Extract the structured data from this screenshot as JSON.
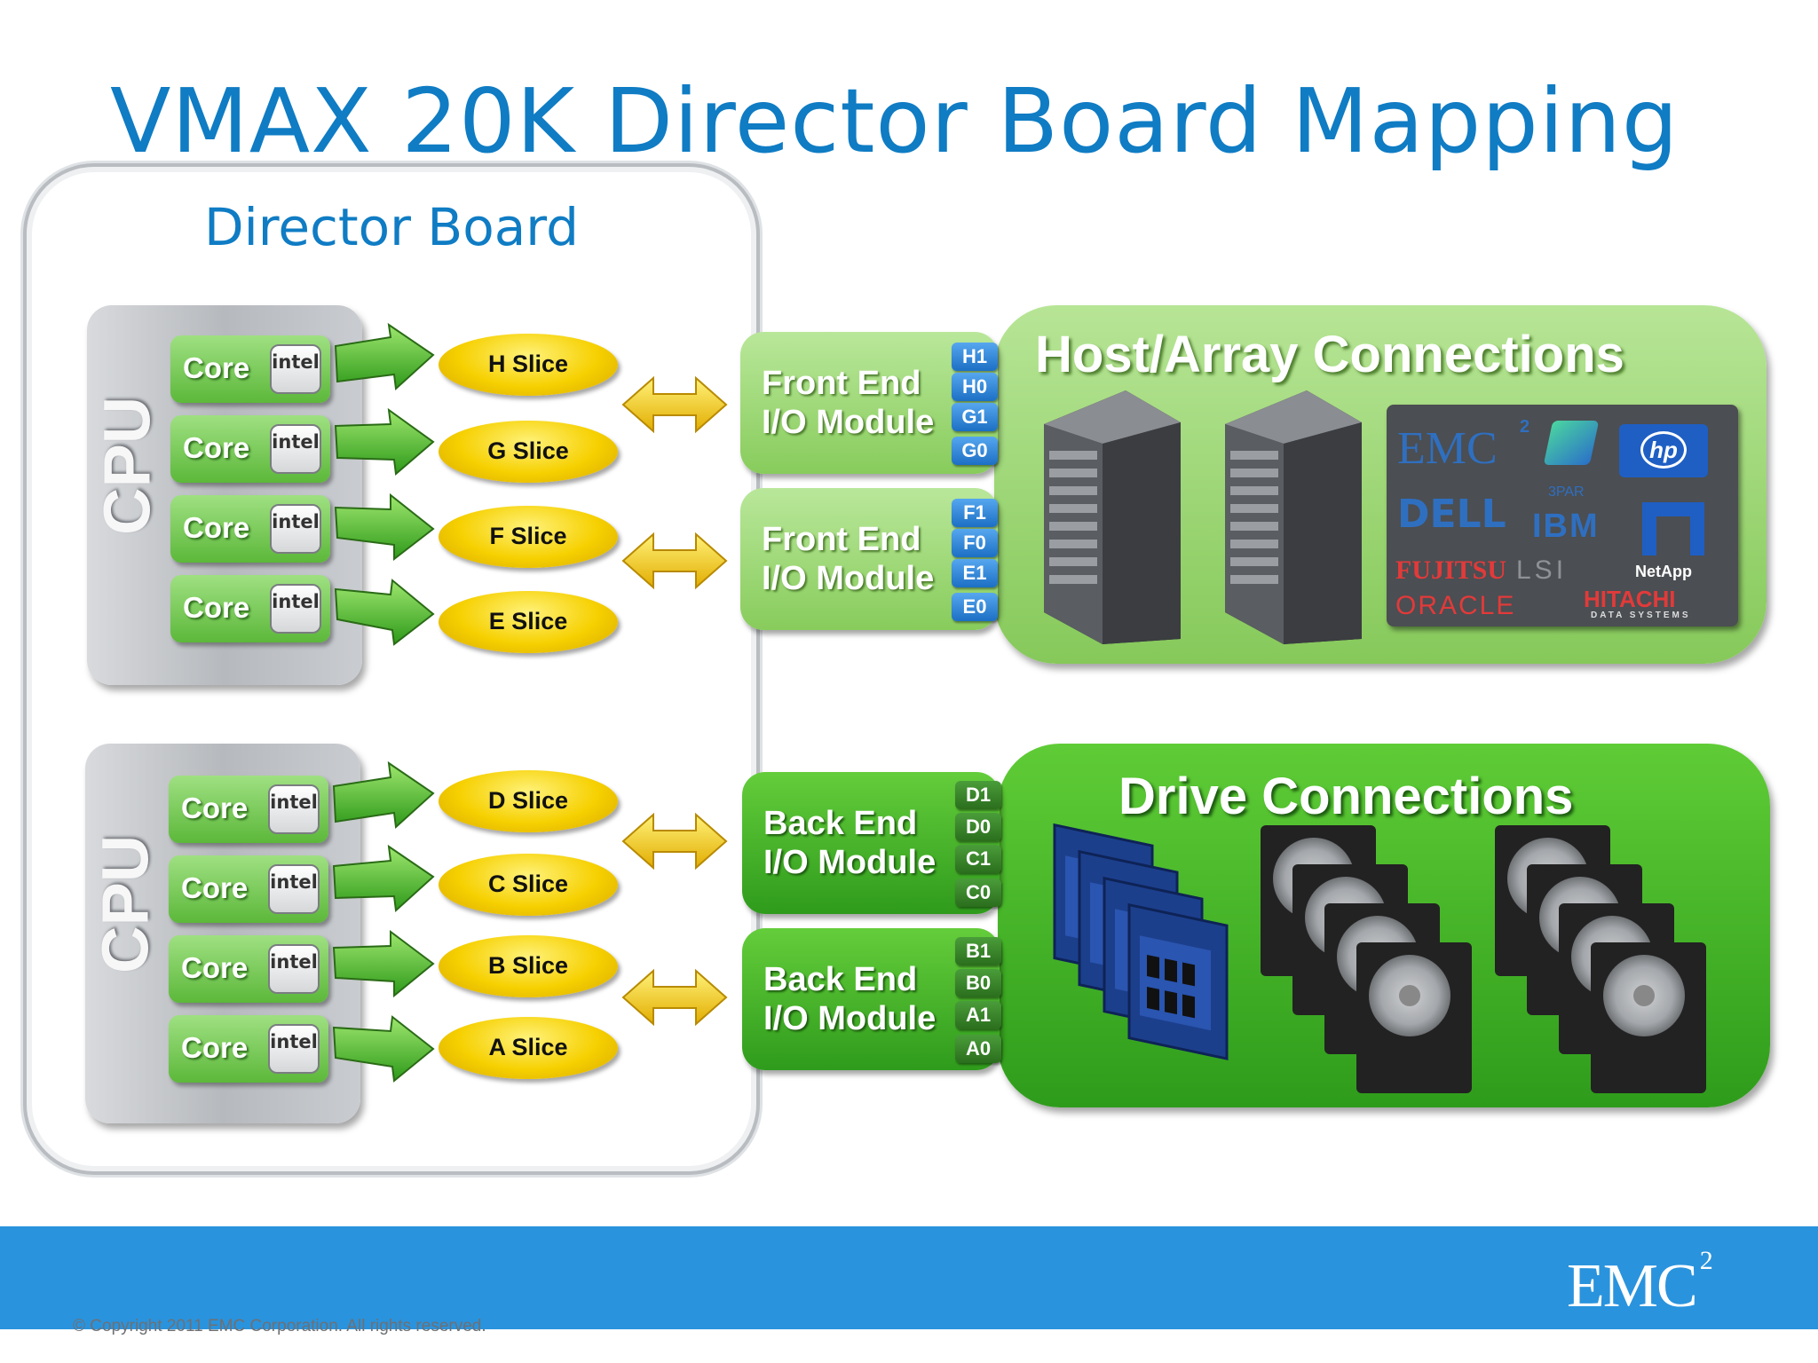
{
  "slide": {
    "title": "VMAX 20K Director Board Mapping",
    "copyright": "© Copyright 2011 EMC Corporation. All rights reserved.",
    "footer_logo": "EMC",
    "footer_logo_sup": "2",
    "footer_color": "#2a93dd",
    "title_color": "#0f7cc4"
  },
  "director_board": {
    "label": "Director Board",
    "cpus": [
      {
        "label": "CPU",
        "cores": [
          {
            "label": "Core",
            "chip": "intel",
            "slice": "H Slice"
          },
          {
            "label": "Core",
            "chip": "intel",
            "slice": "G Slice"
          },
          {
            "label": "Core",
            "chip": "intel",
            "slice": "F Slice"
          },
          {
            "label": "Core",
            "chip": "intel",
            "slice": "E Slice"
          }
        ]
      },
      {
        "label": "CPU",
        "cores": [
          {
            "label": "Core",
            "chip": "intel",
            "slice": "D Slice"
          },
          {
            "label": "Core",
            "chip": "intel",
            "slice": "C Slice"
          },
          {
            "label": "Core",
            "chip": "intel",
            "slice": "B Slice"
          },
          {
            "label": "Core",
            "chip": "intel",
            "slice": "A Slice"
          }
        ]
      }
    ]
  },
  "modules": [
    {
      "line1": "Front End",
      "line2": "I/O Module",
      "ports": [
        "H1",
        "H0",
        "G1",
        "G0"
      ]
    },
    {
      "line1": "Front End",
      "line2": "I/O Module",
      "ports": [
        "F1",
        "F0",
        "E1",
        "E0"
      ]
    },
    {
      "line1": "Back End",
      "line2": "I/O Module",
      "ports": [
        "D1",
        "D0",
        "C1",
        "C0"
      ]
    },
    {
      "line1": "Back End",
      "line2": "I/O Module",
      "ports": [
        "B1",
        "B0",
        "A1",
        "A0"
      ]
    }
  ],
  "host_connections": {
    "title": "Host/Array Connections",
    "vendors": [
      "EMC",
      "2",
      "3PAR",
      "hp",
      "DELL",
      "IBM",
      "FUJITSU",
      "LSI",
      "NetApp",
      "ORACLE",
      "HITACHI",
      "DATA SYSTEMS"
    ]
  },
  "drive_connections": {
    "title": "Drive Connections"
  },
  "colors": {
    "front_end_green": "#9ad873",
    "back_end_green": "#3fad25",
    "slice_yellow": "#f6d000",
    "port_blue": "#1c6fc4",
    "port_green": "#2b6e1d"
  }
}
